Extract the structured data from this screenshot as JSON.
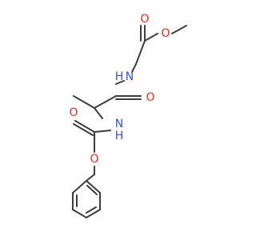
{
  "molecule": {
    "atoms": {
      "o_ester_carbonyl": {
        "label": "O"
      },
      "o_ester_methoxy": {
        "label": "O"
      },
      "n_amide": {
        "label": "N"
      },
      "h_amide": {
        "label": "H"
      },
      "o_amide_carbonyl": {
        "label": "O"
      },
      "n_carbamate": {
        "label": "N"
      },
      "h_carbamate": {
        "label": "H"
      },
      "o_carbamate_carbonyl": {
        "label": "O"
      },
      "o_carbamate_ether": {
        "label": "O"
      }
    },
    "colors": {
      "bond": "#3c3c3c",
      "oxygen": "#e8291c",
      "nitrogen": "#3050f8"
    }
  }
}
